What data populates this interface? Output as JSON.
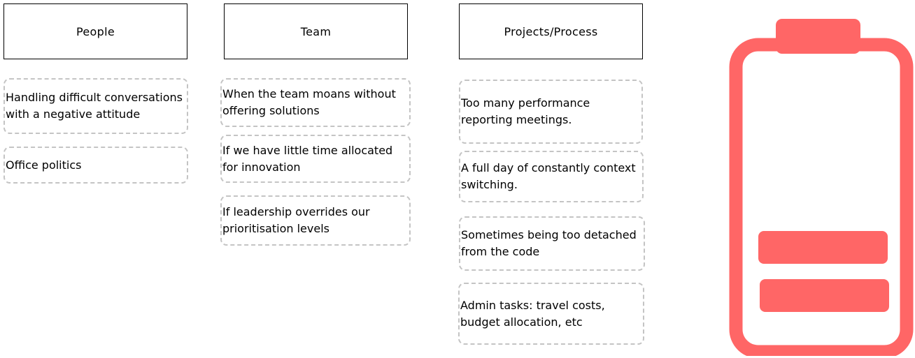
{
  "columns": [
    {
      "header": "People",
      "notes": [
        "Handling difficult conversations with a negative attitude",
        "Office politics"
      ]
    },
    {
      "header": "Team",
      "notes": [
        "When the team moans without offering solutions",
        "If we have little time allocated for innovation",
        "If leadership overrides our prioritisation levels"
      ]
    },
    {
      "header": "Projects/Process",
      "notes": [
        "Too many performance reporting meetings.",
        "A full day of constantly context switching.",
        "Sometimes being too detached from the code",
        "Admin tasks: travel costs, budget allocation, etc"
      ]
    }
  ],
  "battery": {
    "icon": "low-battery-icon",
    "color": "#ff6666",
    "filled_bars": 2
  }
}
